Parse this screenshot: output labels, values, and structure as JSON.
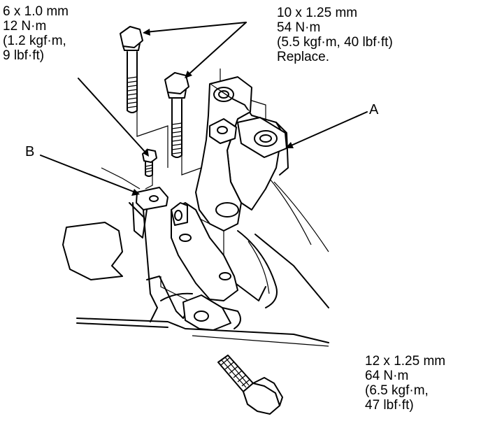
{
  "specs": {
    "small_bolt": {
      "lines": [
        "6 x 1.0 mm",
        "12 N·m",
        "(1.2 kgf·m,",
        "9 lbf·ft)"
      ]
    },
    "upper_bolts": {
      "lines": [
        "10 x 1.25 mm",
        "54 N·m",
        "(5.5 kgf·m, 40 lbf·ft)",
        "Replace."
      ]
    },
    "lower_bolt": {
      "lines": [
        "12 x 1.25 mm",
        "64 N·m",
        "(6.5 kgf·m,",
        "47 lbf·ft)"
      ]
    }
  },
  "callouts": {
    "a": "A",
    "b": "B"
  }
}
